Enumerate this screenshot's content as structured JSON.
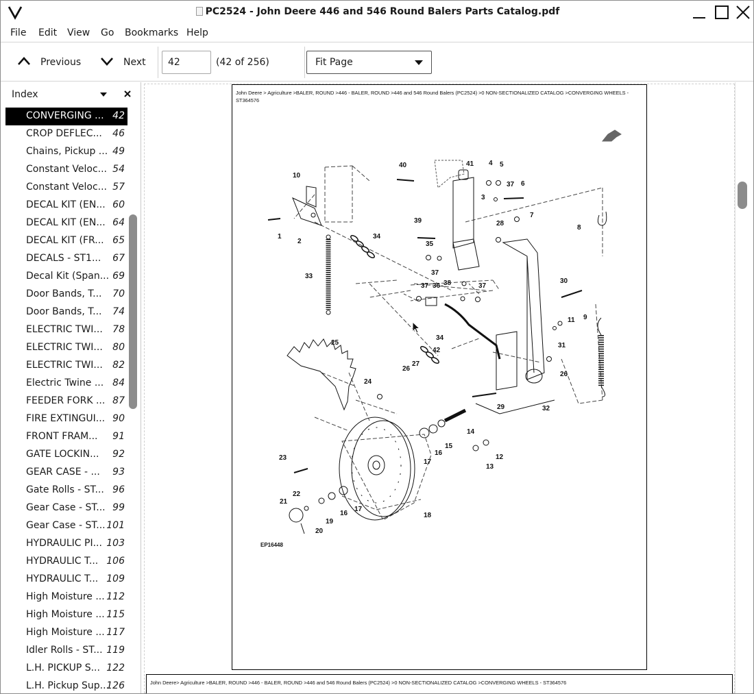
{
  "window": {
    "title": "PC2524 - John Deere 446 and 546 Round Balers Parts Catalog.pdf"
  },
  "menu": [
    "File",
    "Edit",
    "View",
    "Go",
    "Bookmarks",
    "Help"
  ],
  "toolbar": {
    "previous_label": "Previous",
    "next_label": "Next",
    "page_input_value": "42",
    "page_count": "(42 of 256)",
    "zoom_value": "Fit Page"
  },
  "sidebar": {
    "title": "Index",
    "items": [
      {
        "label": "CONVERGING ...",
        "page": "42",
        "selected": true
      },
      {
        "label": "CROP DEFLEC...",
        "page": "46"
      },
      {
        "label": "Chains, Pickup ...",
        "page": "49"
      },
      {
        "label": "Constant Veloc...",
        "page": "54"
      },
      {
        "label": "Constant Veloc...",
        "page": "57"
      },
      {
        "label": "DECAL KIT (EN...",
        "page": "60"
      },
      {
        "label": "DECAL KIT (EN...",
        "page": "64"
      },
      {
        "label": "DECAL KIT (FR...",
        "page": "65"
      },
      {
        "label": "DECALS - ST1...",
        "page": "67"
      },
      {
        "label": "Decal Kit (Span...",
        "page": "69"
      },
      {
        "label": "Door Bands, T...",
        "page": "70"
      },
      {
        "label": "Door Bands, T...",
        "page": "74"
      },
      {
        "label": "ELECTRIC TWI...",
        "page": "78"
      },
      {
        "label": "ELECTRIC TWI...",
        "page": "80"
      },
      {
        "label": "ELECTRIC TWI...",
        "page": "82"
      },
      {
        "label": "Electric Twine ...",
        "page": "84"
      },
      {
        "label": "FEEDER FORK ...",
        "page": "87"
      },
      {
        "label": "FIRE EXTINGUI...",
        "page": "90"
      },
      {
        "label": "FRONT FRAM...",
        "page": "91"
      },
      {
        "label": "GATE LOCKIN...",
        "page": "92"
      },
      {
        "label": "GEAR CASE - ...",
        "page": "93"
      },
      {
        "label": "Gate Rolls - ST...",
        "page": "96"
      },
      {
        "label": "Gear Case - ST...",
        "page": "99"
      },
      {
        "label": "Gear Case - ST...",
        "page": "101"
      },
      {
        "label": "HYDRAULIC PI...",
        "page": "103"
      },
      {
        "label": "HYDRAULIC T...",
        "page": "106"
      },
      {
        "label": "HYDRAULIC T...",
        "page": "109"
      },
      {
        "label": "High Moisture ...",
        "page": "112"
      },
      {
        "label": "High Moisture ...",
        "page": "115"
      },
      {
        "label": "High Moisture ...",
        "page": "117"
      },
      {
        "label": "Idler Rolls - ST...",
        "page": "119"
      },
      {
        "label": "L.H. PICKUP S...",
        "page": "122"
      },
      {
        "label": "L.H. Pickup Sup...",
        "page": "126"
      }
    ]
  },
  "document": {
    "page_breadcrumb": "John Deere > Agriculture >BALER, ROUND >446 - BALER, ROUND >446 and 546 Round Balers (PC2524) >0 NON-SECTIONALIZED CATALOG >CONVERGING WHEELS - ST364576",
    "next_page_breadcrumb": "John Deere> Agriculture >BALER, ROUND >446 - BALER, ROUND >446 and 546 Round Balers (PC2524) >0 NON-SECTIONALIZED CATALOG >CONVERGING WHEELS - ST364576",
    "figure_id": "EP16448",
    "callouts": [
      "1",
      "2",
      "3",
      "4",
      "5",
      "6",
      "7",
      "8",
      "9",
      "10",
      "11",
      "12",
      "13",
      "14",
      "15",
      "16",
      "16",
      "17",
      "17",
      "18",
      "19",
      "20",
      "21",
      "22",
      "23",
      "24",
      "25",
      "26",
      "26",
      "27",
      "28",
      "29",
      "30",
      "31",
      "32",
      "33",
      "34",
      "34",
      "35",
      "36",
      "37",
      "37",
      "37",
      "37",
      "38",
      "39",
      "40",
      "41",
      "42"
    ]
  },
  "icons": {
    "app": "v-logo-icon",
    "document": "pdf-file-icon",
    "previous": "chevron-up-icon",
    "next": "chevron-down-icon",
    "zoom_dropdown": "caret-down-icon",
    "sidebar_dropdown": "caret-down-icon",
    "sidebar_close": "close-icon",
    "cursor": "mouse-pointer-icon"
  }
}
